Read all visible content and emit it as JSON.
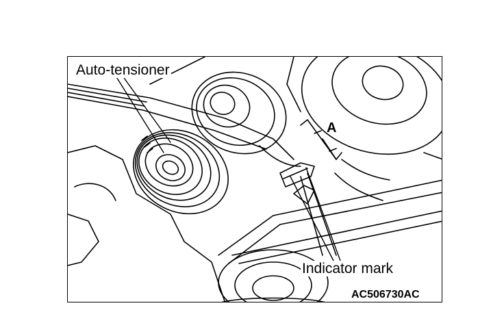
{
  "labels": {
    "auto_tensioner": "Auto-tensioner",
    "dimension": "A",
    "indicator_mark": "Indicator mark",
    "figure_code": "AC506730AC"
  },
  "colors": {
    "line": "#000000",
    "background": "#ffffff"
  }
}
